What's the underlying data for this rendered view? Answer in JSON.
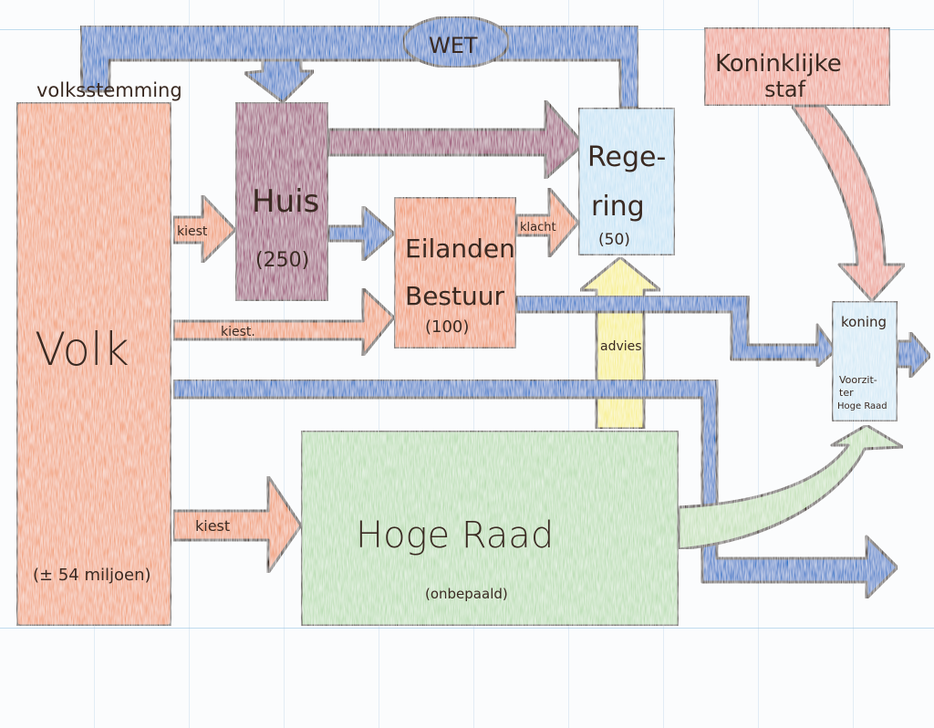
{
  "diagram": {
    "title": "Staatsstructuur schema (handgetekend)",
    "colors": {
      "outline": "#3a2a22",
      "volk": "#f2a07a",
      "huis": "#9a4c72",
      "eilanden": "#f0976e",
      "regering": "#c6e3f5",
      "hoge_raad": "#b9ddb2",
      "koning": "#d3e9f6",
      "koninklijke_staf": "#ee9c8c",
      "wet_flow": "#2f74c8",
      "advies_flow": "#f7ef8a",
      "kiest_flow": "#f09a70",
      "huis_flow": "#9a4c72",
      "staf_flow": "#ec9d90",
      "green_flow": "#c3e0b8"
    },
    "nodes": {
      "volk": {
        "label": "Volk",
        "sublabel": "(± 54 miljoen)"
      },
      "huis": {
        "label": "Huis",
        "sublabel": "(250)"
      },
      "eilanden_bestuur": {
        "label_line1": "Eilanden",
        "label_line2": "Bestuur",
        "sublabel": "(100)"
      },
      "regering": {
        "label_line1": "Rege-",
        "label_line2": "ring",
        "sublabel": "(50)"
      },
      "hoge_raad": {
        "label": "Hoge Raad",
        "sublabel": "(onbepaald)"
      },
      "koninklijke_staf": {
        "label_line1": "Koninklijke",
        "label_line2": "staf"
      },
      "koning": {
        "label": "koning",
        "sublabel_line1": "Voorzit-",
        "sublabel_line2": "ter",
        "sublabel_line3": "Hoge Raad"
      }
    },
    "flows": {
      "wet": "WET",
      "volksstemming": "volksstemming",
      "kiest_huis": "kiest",
      "kiest_eilanden": "kiest.",
      "kiest_hoge_raad": "kiest",
      "klacht": "klacht",
      "advies": "advies"
    }
  }
}
